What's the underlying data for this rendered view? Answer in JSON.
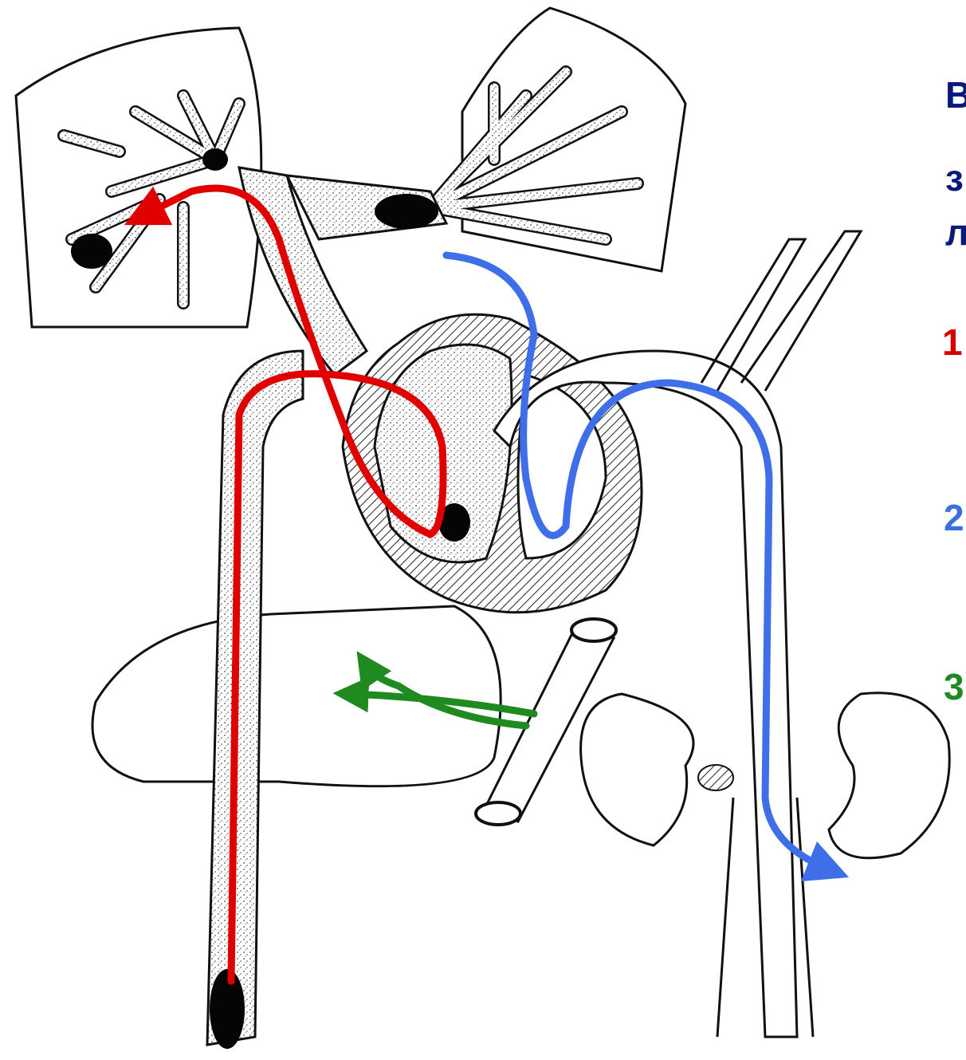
{
  "side_labels": [
    {
      "text": "В",
      "color": "#0a1a7a"
    },
    {
      "text": "з",
      "color": "#0a1a7a"
    },
    {
      "text": "л",
      "color": "#0a1a7a"
    },
    {
      "text": "1",
      "color": "#d60000"
    },
    {
      "text": "2",
      "color": "#3b6fe0"
    },
    {
      "text": "3",
      "color": "#1f8a1f"
    }
  ],
  "colors": {
    "outline": "#111111",
    "stipple": "#4a4a4a",
    "red_path": "#e00000",
    "blue_path": "#3f6fe8",
    "green_path": "#1f8a1f",
    "emboli": "#050505"
  }
}
